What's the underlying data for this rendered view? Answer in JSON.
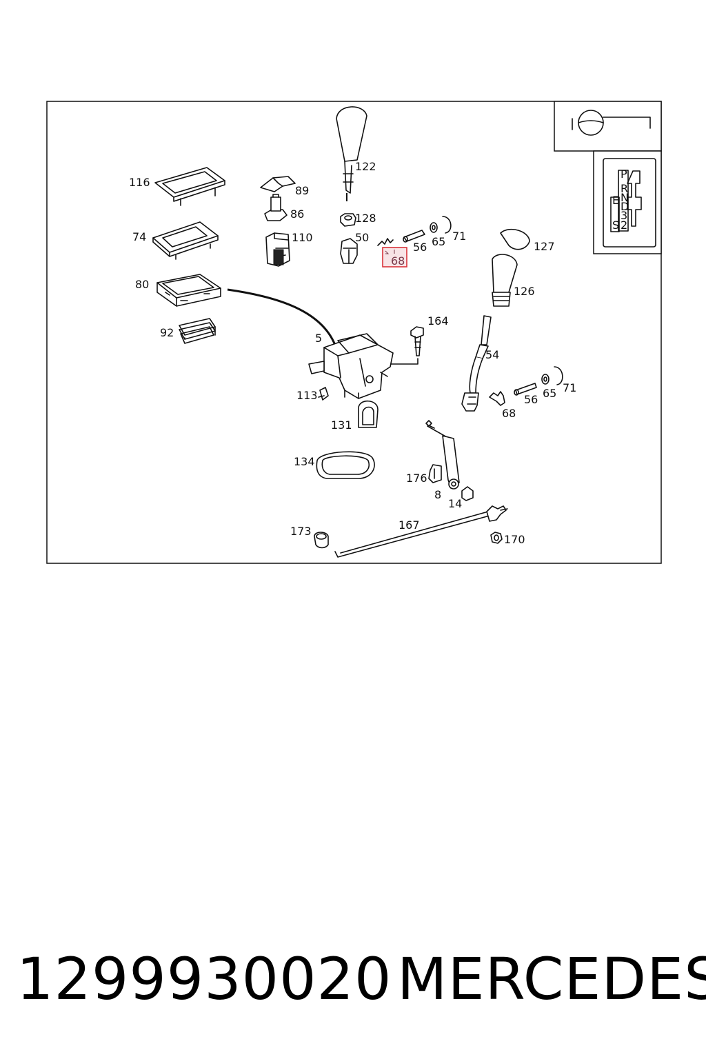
{
  "diagram": {
    "callouts": {
      "c116": "116",
      "c89": "89",
      "c86": "86",
      "c110": "110",
      "c74": "74",
      "c80": "80",
      "c92": "92",
      "c122": "122",
      "c128": "128",
      "c50": "50",
      "c68a": "68",
      "c56a": "56",
      "c65a": "65",
      "c71a": "71",
      "c127": "127",
      "c126": "126",
      "c164": "164",
      "c5": "5",
      "c54": "54",
      "c113": "113",
      "c131": "131",
      "c68b": "68",
      "c56b": "56",
      "c65b": "65",
      "c71b": "71",
      "c134": "134",
      "c176": "176",
      "c8": "8",
      "c14": "14",
      "c167": "167",
      "c173": "173",
      "c170": "170"
    },
    "gate_letters": [
      "P",
      "R",
      "N",
      "D",
      "E",
      "3",
      "S",
      "2"
    ],
    "highlight_color": "#d9333a"
  },
  "footer": {
    "part_number": "1299930020",
    "brand": "MERCEDES"
  }
}
